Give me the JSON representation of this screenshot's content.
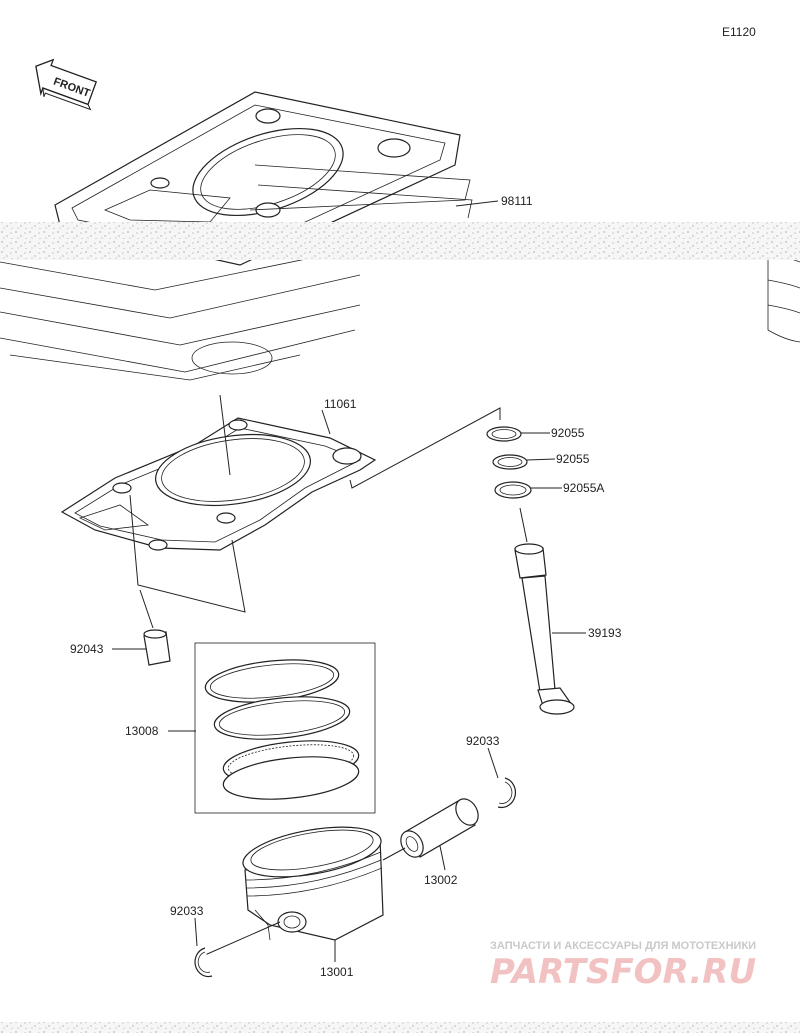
{
  "page": {
    "code": "E1120"
  },
  "front_marker": {
    "text": "FRONT"
  },
  "callouts": {
    "cylinder": "98111",
    "gasket": "11061",
    "oring_1": "92055",
    "oring_2": "92055",
    "oring_3": "92055A",
    "pipe": "39193",
    "dowel": "92043",
    "ring_set": "13008",
    "circlip_right": "92033",
    "piston_pin": "13002",
    "circlip_left": "92033",
    "piston": "13001"
  },
  "watermark": {
    "caption": "ЗАПЧАСТИ И АКСЕССУАРЫ ДЛЯ МОТОТЕХНИКИ",
    "brand": "PARTSFOR.RU"
  }
}
